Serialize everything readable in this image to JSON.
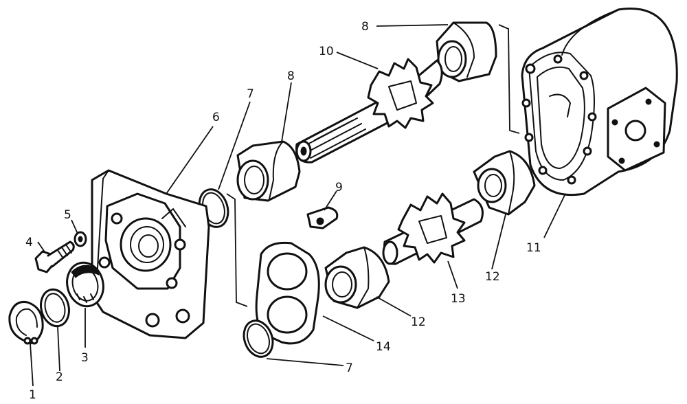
{
  "drawing": {
    "line_color": "#111111",
    "background": "#ffffff",
    "callouts": [
      {
        "id": "c1",
        "label": "1"
      },
      {
        "id": "c2",
        "label": "2"
      },
      {
        "id": "c3",
        "label": "3"
      },
      {
        "id": "c4",
        "label": "4"
      },
      {
        "id": "c5",
        "label": "5"
      },
      {
        "id": "c6",
        "label": "6"
      },
      {
        "id": "c7a",
        "label": "7"
      },
      {
        "id": "c7b",
        "label": "7"
      },
      {
        "id": "c8a",
        "label": "8"
      },
      {
        "id": "c8b",
        "label": "8"
      },
      {
        "id": "c9",
        "label": "9"
      },
      {
        "id": "c10",
        "label": "10"
      },
      {
        "id": "c11",
        "label": "11"
      },
      {
        "id": "c12a",
        "label": "12"
      },
      {
        "id": "c12b",
        "label": "12"
      },
      {
        "id": "c13",
        "label": "13"
      },
      {
        "id": "c14",
        "label": "14"
      }
    ]
  }
}
